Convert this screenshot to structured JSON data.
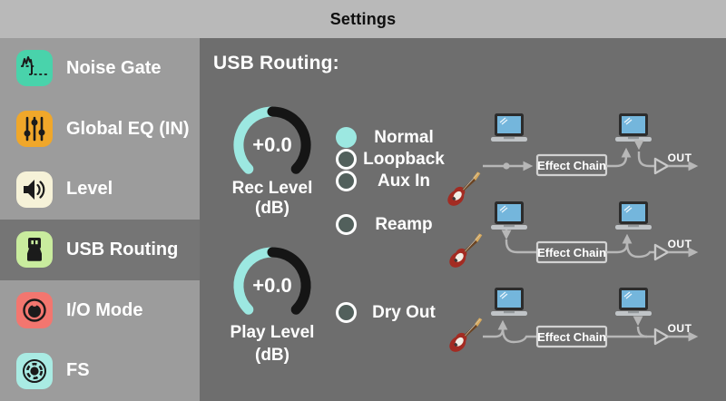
{
  "titlebar": {
    "title": "Settings"
  },
  "sidebar": {
    "items": [
      {
        "label": "Noise Gate",
        "icon": "noise-gate-icon",
        "selected": false
      },
      {
        "label": "Global EQ (IN)",
        "icon": "eq-sliders-icon",
        "selected": false
      },
      {
        "label": "Level",
        "icon": "speaker-icon",
        "selected": false
      },
      {
        "label": "USB Routing",
        "icon": "usb-plug-icon",
        "selected": true
      },
      {
        "label": "I/O Mode",
        "icon": "io-knob-icon",
        "selected": false
      },
      {
        "label": "FS",
        "icon": "footswitch-icon",
        "selected": false
      }
    ]
  },
  "main": {
    "heading": "USB Routing:",
    "knobs": [
      {
        "value": "+0.0",
        "label": "Rec Level",
        "unit": "(dB)"
      },
      {
        "value": "+0.0",
        "label": "Play Level",
        "unit": "(dB)"
      }
    ],
    "options": [
      {
        "label": "Normal",
        "selected": true
      },
      {
        "label": "Loopback",
        "selected": false
      },
      {
        "label": "Aux In",
        "selected": false
      },
      {
        "label": "Reamp",
        "selected": false
      },
      {
        "label": "Dry Out",
        "selected": false
      }
    ],
    "diagrams": [
      {
        "effect_chain_label": "Effect Chain",
        "out_label": "OUT"
      },
      {
        "effect_chain_label": "Effect Chain",
        "out_label": "OUT"
      },
      {
        "effect_chain_label": "Effect Chain",
        "out_label": "OUT"
      }
    ]
  },
  "colors": {
    "accent_cyan": "#9ce8e1",
    "knob_remaining": "#151515",
    "topbar_bg": "#b9b9b9",
    "sidebar_bg": "#9c9c9c",
    "selected_row_bg": "#757575",
    "main_bg": "#6e6e6e",
    "icon_noise_gate": "#49d3ab",
    "icon_global_eq": "#f0a72a",
    "icon_level": "#f6f2d8",
    "icon_usb_routing": "#c9ec9e",
    "icon_io_mode": "#f3766f",
    "icon_fs": "#a9ebe3"
  }
}
